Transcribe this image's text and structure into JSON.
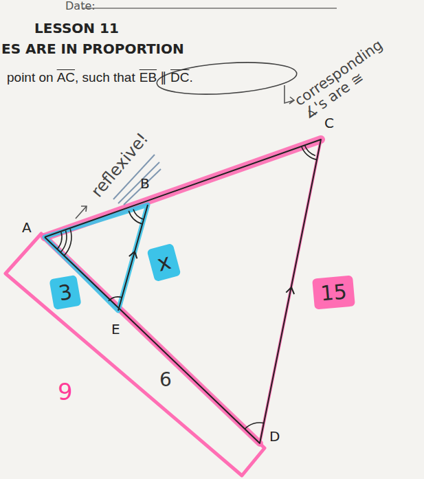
{
  "diagram": {
    "nodes": [
      {
        "text": [
          "x"
        ]
      },
      {
        "text": [
          "3"
        ]
      },
      {
        "text": [
          "15"
        ]
      }
    ],
    "labels": [
      "Date:",
      "LESSON 11",
      "ES ARE IN PROPORTION",
      "point on",
      "AC",
      ", such that",
      "EB",
      "∥",
      "DC",
      ".",
      "reflexive!",
      "corresponding ∡'s are ≅",
      "A",
      "B",
      "C",
      "E",
      "D",
      "9",
      "6"
    ]
  }
}
